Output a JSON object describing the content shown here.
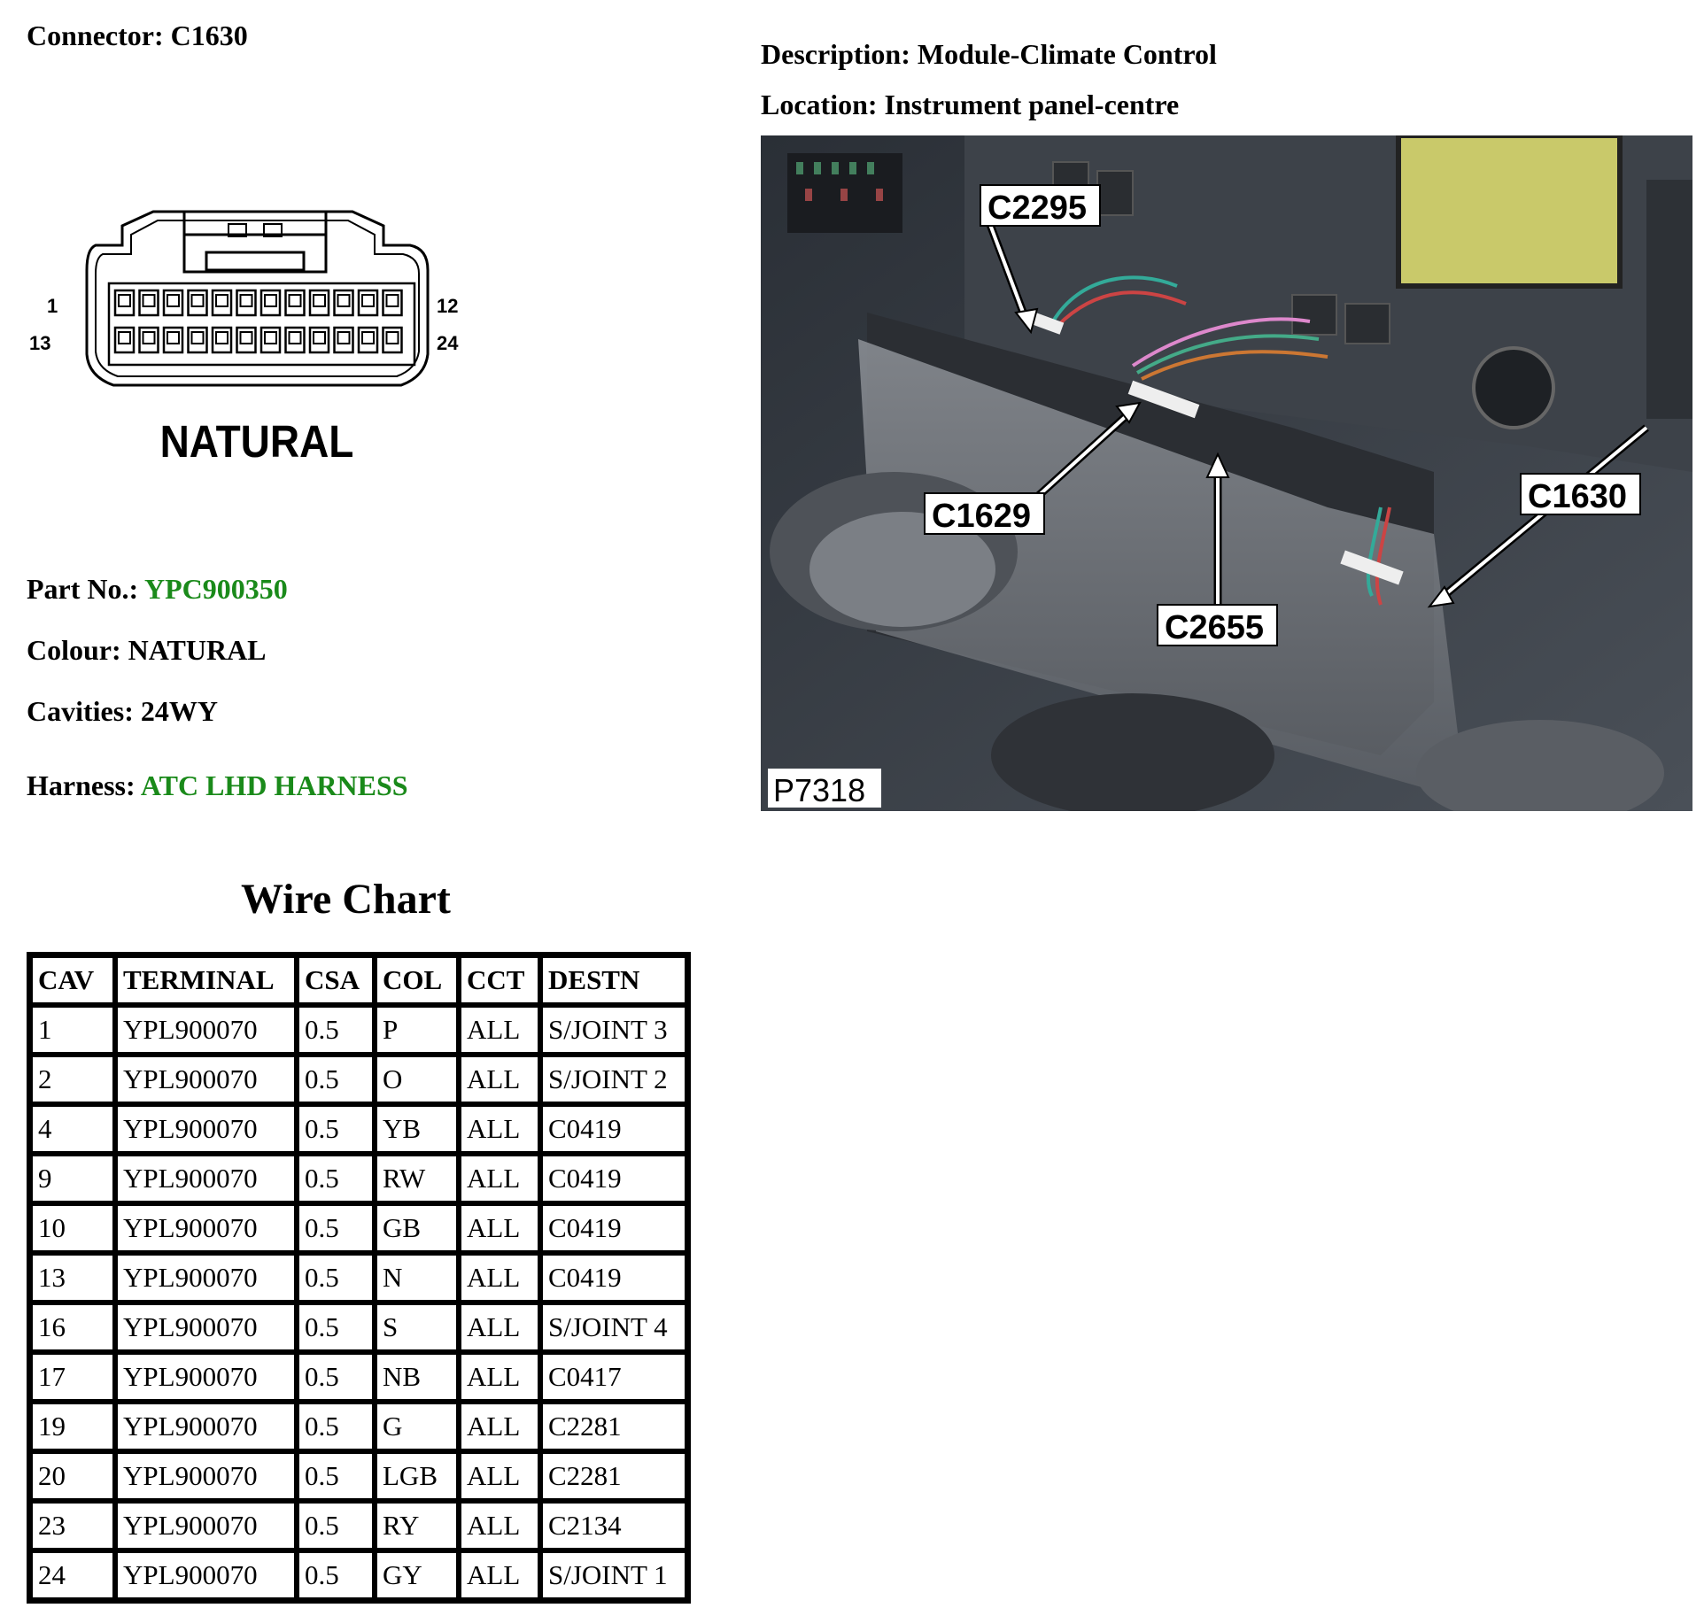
{
  "connector": {
    "label": "Connector:",
    "value": "C1630"
  },
  "description": {
    "label": "Description:",
    "value": "Module-Climate Control"
  },
  "location": {
    "label": "Location:",
    "value": "Instrument panel-centre"
  },
  "diagram": {
    "pin_1": "1",
    "pin_12": "12",
    "pin_13": "13",
    "pin_24": "24",
    "colour_text": "NATURAL"
  },
  "details": {
    "part_no_label": "Part No.:",
    "part_no_value": "YPC900350",
    "colour_label": "Colour:",
    "colour_value": "NATURAL",
    "cavities_label": "Cavities:",
    "cavities_value": "24WY",
    "harness_label": "Harness:",
    "harness_value": "ATC LHD HARNESS",
    "link_color": "#1a8a1a"
  },
  "photo": {
    "callouts": [
      "C2295",
      "C1629",
      "C2655",
      "C1630"
    ],
    "figure_id": "P7318"
  },
  "wire_chart": {
    "title": "Wire Chart",
    "headers": [
      "CAV",
      "TERMINAL",
      "CSA",
      "COL",
      "CCT",
      "DESTN"
    ],
    "rows": [
      [
        "1",
        "YPL900070",
        "0.5",
        "P",
        "ALL",
        "S/JOINT 3"
      ],
      [
        "2",
        "YPL900070",
        "0.5",
        "O",
        "ALL",
        "S/JOINT 2"
      ],
      [
        "4",
        "YPL900070",
        "0.5",
        "YB",
        "ALL",
        "C0419"
      ],
      [
        "9",
        "YPL900070",
        "0.5",
        "RW",
        "ALL",
        "C0419"
      ],
      [
        "10",
        "YPL900070",
        "0.5",
        "GB",
        "ALL",
        "C0419"
      ],
      [
        "13",
        "YPL900070",
        "0.5",
        "N",
        "ALL",
        "C0419"
      ],
      [
        "16",
        "YPL900070",
        "0.5",
        "S",
        "ALL",
        "S/JOINT 4"
      ],
      [
        "17",
        "YPL900070",
        "0.5",
        "NB",
        "ALL",
        "C0417"
      ],
      [
        "19",
        "YPL900070",
        "0.5",
        "G",
        "ALL",
        "C2281"
      ],
      [
        "20",
        "YPL900070",
        "0.5",
        "LGB",
        "ALL",
        "C2281"
      ],
      [
        "23",
        "YPL900070",
        "0.5",
        "RY",
        "ALL",
        "C2134"
      ],
      [
        "24",
        "YPL900070",
        "0.5",
        "GY",
        "ALL",
        "S/JOINT 1"
      ]
    ]
  }
}
